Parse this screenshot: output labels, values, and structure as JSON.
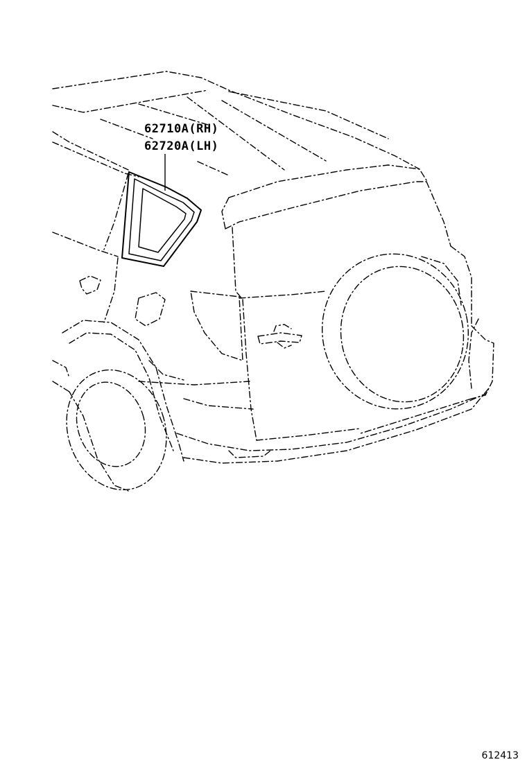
{
  "labels": {
    "rh_part": "62710A(RH)",
    "lh_part": "62720A(LH)"
  },
  "illustration_id": "612413"
}
